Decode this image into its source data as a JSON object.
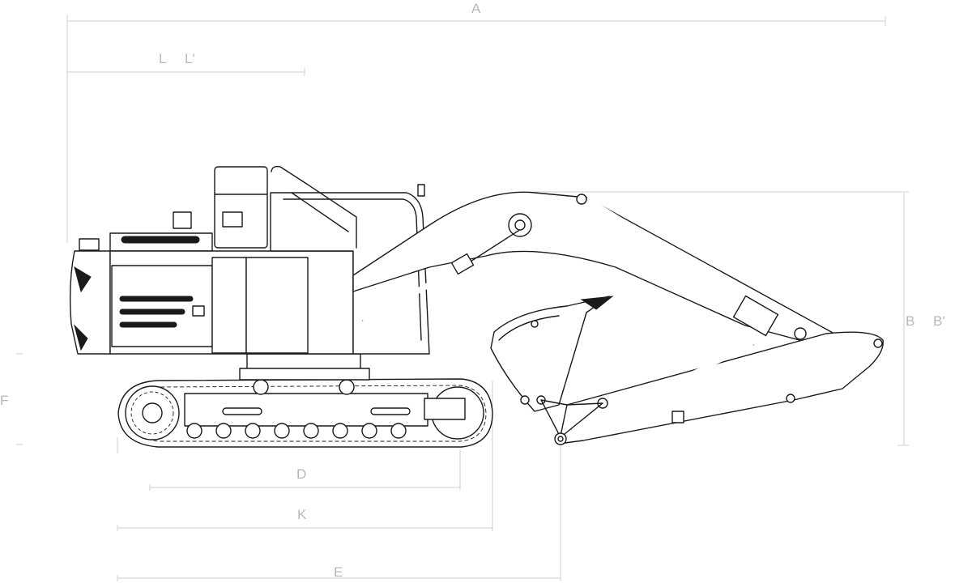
{
  "dimension_labels": {
    "A": "A",
    "L": "L",
    "L_prime": "L'",
    "B": "B",
    "B_prime": "B'",
    "F": "F",
    "D": "D",
    "K": "K",
    "E": "E"
  }
}
